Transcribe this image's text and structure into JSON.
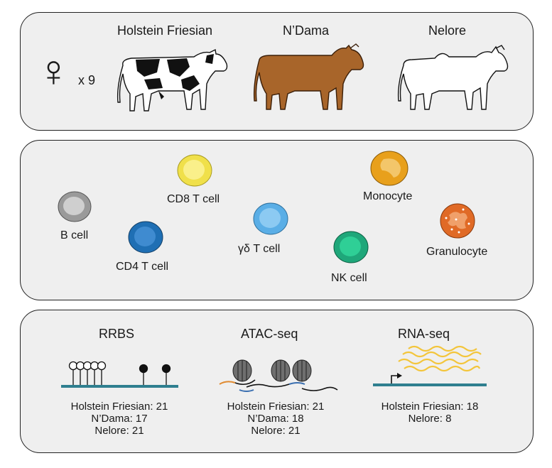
{
  "animals": {
    "sex_symbol": "♀",
    "count_label": "x 9",
    "breeds": [
      {
        "name": "Holstein Friesian",
        "coat": "black-white"
      },
      {
        "name": "N’Dama",
        "coat": "brown"
      },
      {
        "name": "Nelore",
        "coat": "white"
      }
    ]
  },
  "cell_types": [
    {
      "name": "B cell",
      "color": "#9a9a9a"
    },
    {
      "name": "CD4 T cell",
      "color": "#1f6fb4"
    },
    {
      "name": "CD8 T cell",
      "color": "#f0e04a"
    },
    {
      "name": "γδ T cell",
      "color": "#5aaee6"
    },
    {
      "name": "NK cell",
      "color": "#1fa77a"
    },
    {
      "name": "Monocyte",
      "color": "#e8a01c"
    },
    {
      "name": "Granulocyte",
      "color": "#e06a26"
    }
  ],
  "assays": [
    {
      "name": "RRBS",
      "lines": [
        "Holstein Friesian: 21",
        "N’Dama: 17",
        "Nelore: 21"
      ]
    },
    {
      "name": "ATAC-seq",
      "lines": [
        "Holstein Friesian: 21",
        "N’Dama: 18",
        "Nelore: 21"
      ]
    },
    {
      "name": "RNA-seq",
      "lines": [
        "Holstein Friesian: 18",
        "Nelore: 8"
      ]
    }
  ],
  "colors": {
    "panel_bg": "#efefef",
    "dna_line": "#2f7f8f",
    "rna_wave": "#f3c53a",
    "cow_brown": "#a8652a"
  }
}
